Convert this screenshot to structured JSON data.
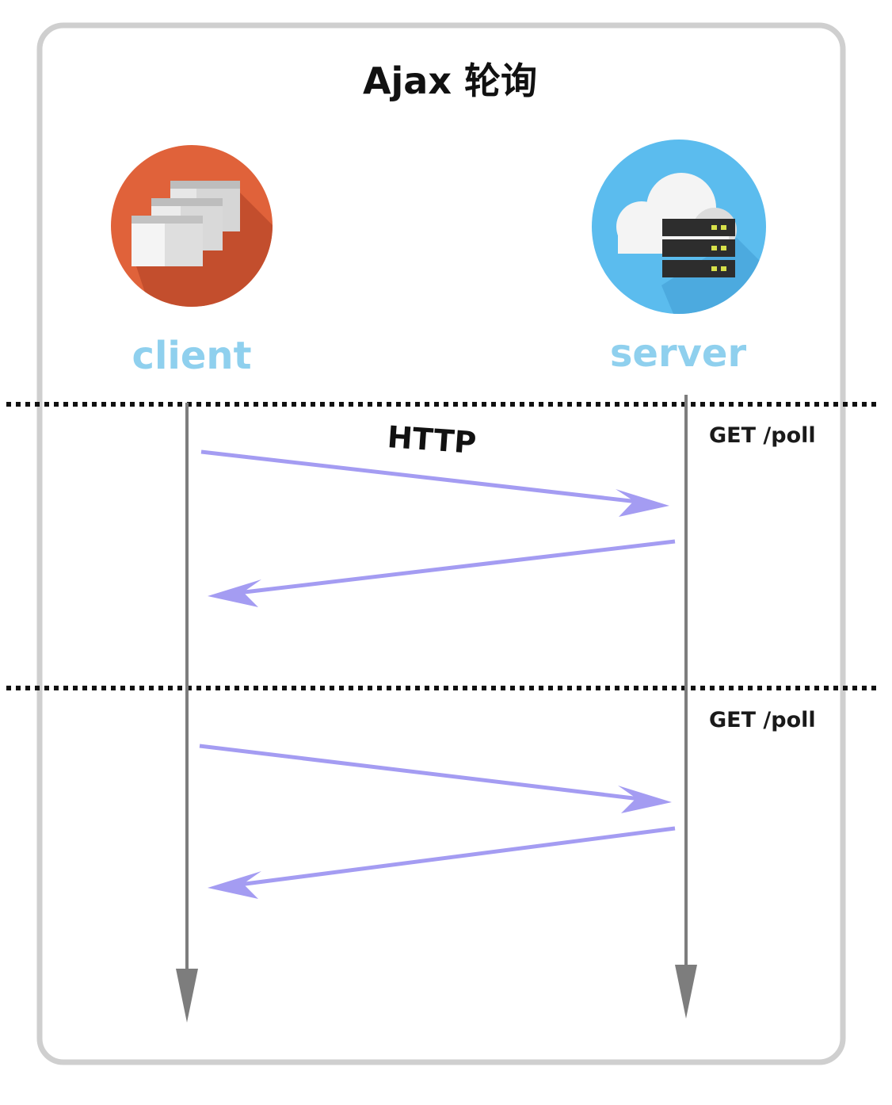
{
  "title": "Ajax 轮询",
  "nodes": {
    "client": {
      "label": "client",
      "icon": "browser-windows-icon",
      "color": "#e0623a",
      "label_color": "#8fd0ee"
    },
    "server": {
      "label": "server",
      "icon": "cloud-server-icon",
      "color": "#5bbcee",
      "label_color": "#8fd0ee"
    }
  },
  "protocol_label": "HTTP",
  "rounds": [
    {
      "request_label": "GET /poll"
    },
    {
      "request_label": "GET /poll"
    }
  ],
  "colors": {
    "message_arrow": "#a49cf2",
    "lifeline": "#7d7d7d",
    "frame_border": "#cfcfcf",
    "separator": "#111111"
  }
}
